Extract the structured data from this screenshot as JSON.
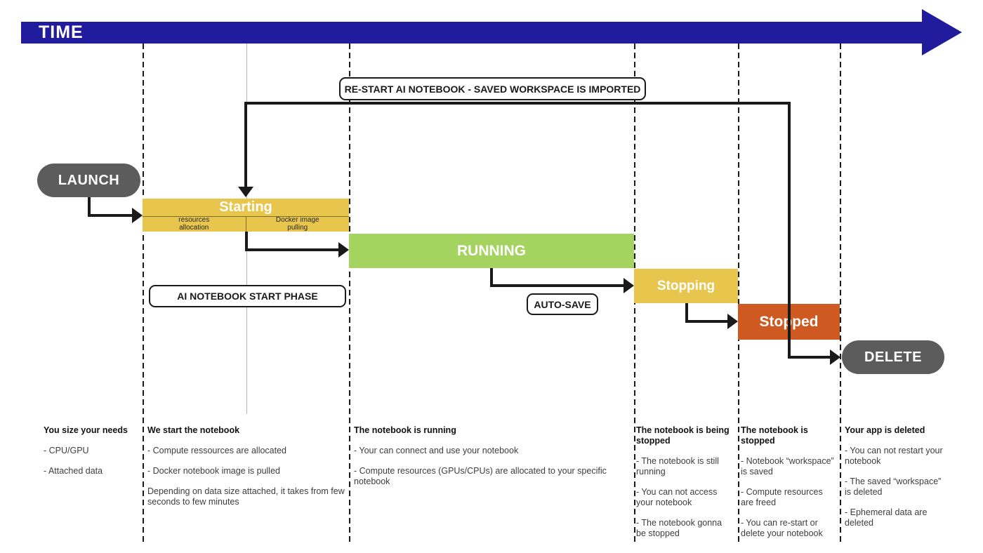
{
  "timeline": {
    "label": "TIME"
  },
  "restart_banner": {
    "label": "RE-START AI NOTEBOOK - SAVED WORKSPACE IS IMPORTED"
  },
  "tags": {
    "start_phase": "AI NOTEBOOK START PHASE",
    "auto_save": "AUTO-SAVE"
  },
  "nodes": {
    "launch": "LAUNCH",
    "delete": "DELETE"
  },
  "phases": {
    "starting": {
      "label": "Starting",
      "sub_left": [
        "resources",
        "allocation"
      ],
      "sub_right": [
        "Docker image",
        "pulling"
      ]
    },
    "running": {
      "label": "RUNNING"
    },
    "stopping": {
      "label": "Stopping"
    },
    "stopped": {
      "label": "Stopped"
    }
  },
  "columns": [
    {
      "title": "You size your needs",
      "items": [
        "- CPU/GPU",
        "- Attached data"
      ]
    },
    {
      "title": "We start the notebook",
      "items": [
        "- Compute ressources are allocated",
        "- Docker notebook image is pulled",
        "Depending on data size attached, it takes from few seconds to few minutes"
      ]
    },
    {
      "title": "The notebook is running",
      "items": [
        "- Your can connect and use your notebook",
        "- Compute resources (GPUs/CPUs) are allocated to your specific notebook"
      ]
    },
    {
      "title": "The notebook is being stopped",
      "items": [
        "- The notebook is still running",
        "- You can not access your notebook",
        "- The notebook gonna be stopped"
      ]
    },
    {
      "title": "The notebook is stopped",
      "items": [
        "- Notebook “workspace” is saved",
        "- Compute resources are freed",
        "- You can re-start or delete your notebook"
      ]
    },
    {
      "title": "Your app is deleted",
      "items": [
        "- You can not restart your notebook",
        "- The saved “workspace” is deleted",
        "- Ephemeral data are deleted"
      ]
    }
  ],
  "colors": {
    "timeline": "#211C9E",
    "phase_yellow": "#E8C64E",
    "phase_green": "#A4D45F",
    "phase_orange": "#CE5921",
    "button_gray": "#5C5C5C"
  }
}
